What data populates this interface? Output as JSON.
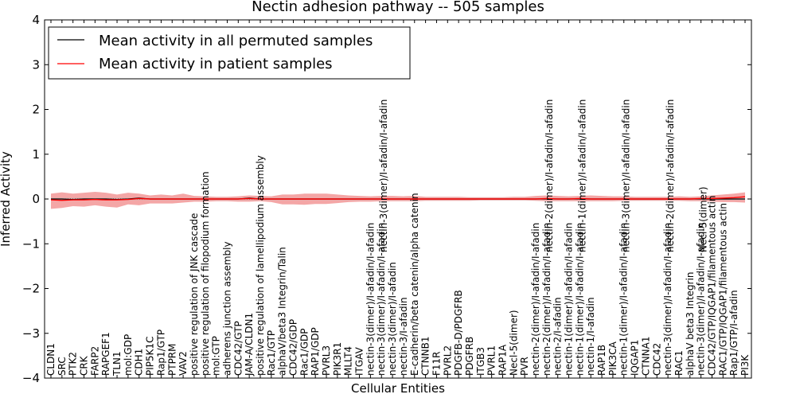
{
  "chart_data": {
    "type": "line",
    "title": "Nectin adhesion pathway -- 505 samples",
    "xlabel": "Cellular Entities",
    "ylabel": "Inferred Activity",
    "ylim": [
      -4,
      4
    ],
    "yticks": [
      -4,
      -3,
      -2,
      -1,
      0,
      1,
      2,
      3,
      4
    ],
    "legend_position": "top-left",
    "colors": {
      "permuted": "#000000",
      "patient": "#ff0000",
      "band": "#f08080",
      "perm_band": "#bbbbbb"
    },
    "categories": [
      "CLDN1",
      "SRC",
      "PTK2",
      "CRK",
      "FARP2",
      "RAPGEF1",
      "TLN1",
      "mol:GDP",
      "CDH1",
      "PIP5K1C",
      "Rap1/GTP",
      "PTPRM",
      "VAV2",
      "positive regulation of JNK cascade",
      "positive regulation of filopodium formation",
      "mol:GTP",
      "adherens junction assembly",
      "CDC42/GTP",
      "JAM-A/CLDN1",
      "positive regulation of lamellipodium assembly",
      "Rac1/GTP",
      "alphaV/beta3 Integrin/Talin",
      "CDC42/GDP",
      "Rac1/GDP",
      "RAP1/GDP",
      "PVRL3",
      "PIK3R1",
      "MLLT4",
      "ITGAV",
      "nectin-3(dimer)/I-afadin/I-afadin",
      "nectin-3(dimer)/I-afadin/I-afadin",
      "nectin-3(dimer)/I-afadin",
      "nectin-3/I-afadin",
      "E-cadherin/beta catenin/alpha catenin",
      "CTNNB1",
      "F11R",
      "PVRL2",
      "PDGFB-D/PDGFRB",
      "PDGFRB",
      "ITGB3",
      "PVRL1",
      "RAP1A",
      "Necl-5(dimer)",
      "PVR",
      "nectin-2(dimer)/I-afadin/I-afadin",
      "nectin-2(dimer)/I-afadin/I-afadin",
      "nectin-2/I-afadin",
      "nectin-1(dimer)/I-afadin/I-afadin",
      "nectin-1(dimer)/I-afadin/I-afadin",
      "nectin-1/I-afadin",
      "RAP1B",
      "PIK3CA",
      "nectin-1(dimer)/I-afadin/I-afadin",
      "IQGAP1",
      "CTNNA1",
      "CDC42",
      "nectin-3(dimer)/I-afadin/I-afadin",
      "RAC1",
      "alphaV beta3 Integrin",
      "nectin-3(dimer)/I-afadin/I-afadin",
      "CDC42/GTP/IQGAP1/filamentous actin",
      "RAC1/GTP/IQGAP1/filamentous actin",
      "Rap1/GTP/I-afadin",
      "PI3K"
    ],
    "extra_labels": [
      {
        "text": "nectin-3(dimer)/I-afadin/I-afadin",
        "after": 30
      },
      {
        "text": "nectin-2(dimer)/I-afadin/I-afadin",
        "after": 45
      },
      {
        "text": "nectin-1(dimer)/I-afadin/I-afadin",
        "after": 48
      },
      {
        "text": "nectin-3(dimer)/I-afadin/I-afadin",
        "after": 52
      },
      {
        "text": "nectin-2(dimer)/I-afadin/I-afadin",
        "after": 56
      },
      {
        "text": "Necl-5(dimer)",
        "after": 59
      }
    ],
    "series": [
      {
        "name": "Mean activity in all permuted samples",
        "values": [
          0.0,
          0.0,
          -0.01,
          0.0,
          0.0,
          0.0,
          -0.01,
          0.0,
          0.02,
          0.0,
          0.0,
          0.0,
          0.0,
          0.0,
          0.0,
          0.0,
          0.0,
          0.0,
          0.02,
          0.0,
          0.0,
          0.0,
          0.0,
          0.0,
          0.0,
          0.0,
          0.0,
          0.0,
          0.0,
          0.0,
          0.0,
          0.0,
          0.0,
          0.0,
          0.0,
          0.0,
          0.0,
          0.0,
          0.0,
          0.0,
          0.0,
          0.0,
          0.0,
          0.0,
          0.0,
          0.0,
          0.0,
          0.0,
          0.0,
          0.0,
          0.0,
          0.0,
          0.0,
          0.0,
          0.0,
          0.0,
          0.0,
          0.0,
          0.0,
          0.0,
          0.0,
          0.0,
          0.0,
          0.0
        ]
      },
      {
        "name": "Mean activity in patient samples",
        "values": [
          -0.02,
          -0.03,
          -0.02,
          -0.02,
          -0.01,
          -0.02,
          -0.02,
          -0.01,
          0.01,
          0.0,
          0.0,
          0.0,
          0.0,
          0.0,
          0.0,
          0.0,
          0.0,
          0.0,
          0.01,
          0.0,
          0.0,
          0.0,
          0.0,
          0.0,
          0.0,
          0.0,
          0.0,
          0.0,
          0.0,
          0.0,
          0.0,
          0.0,
          0.0,
          0.0,
          0.0,
          0.0,
          0.0,
          0.0,
          0.0,
          0.0,
          0.0,
          0.0,
          0.0,
          0.0,
          0.0,
          0.01,
          0.0,
          0.0,
          0.01,
          0.0,
          0.0,
          0.0,
          0.0,
          0.0,
          0.0,
          0.0,
          0.0,
          0.0,
          0.0,
          0.01,
          0.01,
          0.02,
          0.03,
          0.05
        ],
        "upper": [
          0.12,
          0.15,
          0.12,
          0.14,
          0.16,
          0.14,
          0.1,
          0.14,
          0.12,
          0.08,
          0.1,
          0.08,
          0.12,
          0.07,
          0.06,
          0.05,
          0.05,
          0.06,
          0.08,
          0.07,
          0.06,
          0.1,
          0.1,
          0.12,
          0.12,
          0.12,
          0.1,
          0.08,
          0.07,
          0.06,
          0.07,
          0.07,
          0.06,
          0.07,
          0.05,
          0.05,
          0.05,
          0.05,
          0.04,
          0.04,
          0.04,
          0.04,
          0.05,
          0.05,
          0.07,
          0.08,
          0.07,
          0.06,
          0.07,
          0.08,
          0.07,
          0.06,
          0.06,
          0.05,
          0.05,
          0.05,
          0.05,
          0.06,
          0.05,
          0.06,
          0.08,
          0.1,
          0.12,
          0.15
        ],
        "lower": [
          -0.22,
          -0.2,
          -0.16,
          -0.17,
          -0.14,
          -0.17,
          -0.19,
          -0.12,
          -0.14,
          -0.1,
          -0.1,
          -0.1,
          -0.08,
          -0.06,
          -0.06,
          -0.05,
          -0.05,
          -0.06,
          -0.06,
          -0.05,
          -0.07,
          -0.12,
          -0.12,
          -0.13,
          -0.11,
          -0.11,
          -0.09,
          -0.07,
          -0.06,
          -0.06,
          -0.05,
          -0.05,
          -0.05,
          -0.05,
          -0.04,
          -0.04,
          -0.04,
          -0.04,
          -0.04,
          -0.03,
          -0.03,
          -0.03,
          -0.03,
          -0.03,
          -0.04,
          -0.05,
          -0.05,
          -0.05,
          -0.05,
          -0.05,
          -0.05,
          -0.05,
          -0.04,
          -0.04,
          -0.04,
          -0.04,
          -0.04,
          -0.04,
          -0.05,
          -0.05,
          -0.06,
          -0.07,
          -0.07,
          -0.08
        ]
      }
    ]
  }
}
